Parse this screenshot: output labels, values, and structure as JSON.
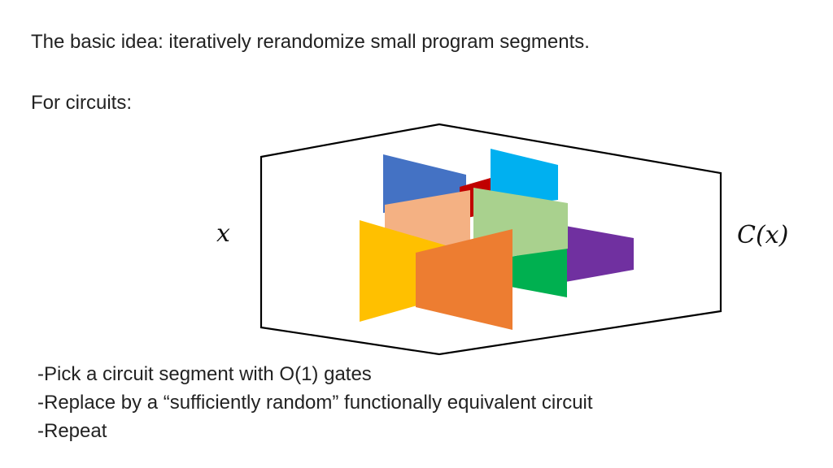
{
  "slide": {
    "title": "The basic idea:  iteratively rerandomize small program segments.",
    "subtitle": "For  circuits:"
  },
  "diagram": {
    "input_label": "x",
    "output_label": "C(x)",
    "hull_stroke": "#000000",
    "segment_colors": {
      "blue": "#4472c4",
      "sky": "#00b0f0",
      "red": "#c00000",
      "purple": "#7030a0",
      "green": "#00b050",
      "peach": "#f4b183",
      "light_green": "#a9d18e",
      "yellow": "#ffc000",
      "orange": "#ed7d31"
    }
  },
  "bullets": [
    "-Pick  a circuit segment with O(1) gates",
    "-Replace by a “sufficiently random”  functionally equivalent circuit",
    "-Repeat"
  ]
}
